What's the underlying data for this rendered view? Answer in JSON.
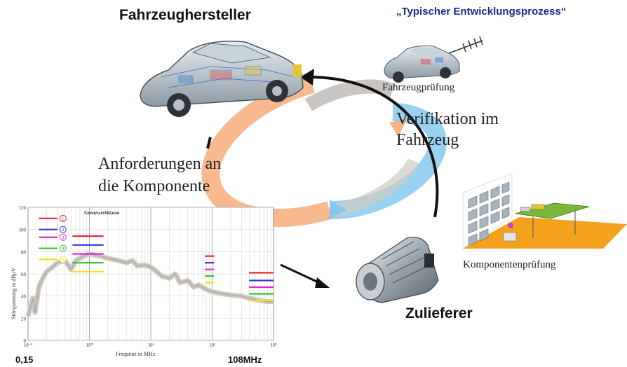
{
  "header": {
    "oem_title": "Fahrzeughersteller",
    "process_title": "„Typischer Entwicklungsprozess“"
  },
  "labels": {
    "vehicle_test": "Fahrzeugprüfung",
    "verification_line1": "Verifikation im",
    "verification_line2": "Fahrzeug",
    "requirements_line1": "Anforderungen an",
    "requirements_line2": "die Komponente",
    "component_test": "Komponentenprüfung",
    "supplier": "Zulieferer",
    "freq_start": "0,15",
    "freq_end": "108MHz"
  },
  "chart_data": {
    "type": "line",
    "ylabel": "Störspannung in dBµV",
    "xlabel": "Frequenz in MHz",
    "legend_title": "Grenzwertklasse",
    "x_scale": "log",
    "xlim": [
      0.1,
      1000
    ],
    "ylim": [
      0,
      120
    ],
    "y_ticks": [
      0,
      20,
      40,
      60,
      80,
      100,
      120
    ],
    "x_ticks": [
      "10⁻¹",
      "10⁰",
      "10¹",
      "10²",
      "10³"
    ],
    "grid": true,
    "classes": [
      {
        "name": "1",
        "color": "#e8242b"
      },
      {
        "name": "2",
        "color": "#3a3ad0"
      },
      {
        "name": "3",
        "color": "#e02ad0"
      },
      {
        "name": "4",
        "color": "#2ec22e"
      },
      {
        "name": "5",
        "color": "#f2e21a"
      }
    ],
    "limit_bands": [
      {
        "x_range": [
          0.15,
          0.3
        ],
        "levels": [
          110,
          100,
          93,
          83,
          73
        ]
      },
      {
        "x_range": [
          0.53,
          1.7
        ],
        "levels": [
          94,
          86,
          78,
          70,
          62
        ]
      },
      {
        "x_range": [
          76,
          108
        ],
        "levels": [
          76,
          70,
          64,
          58,
          52
        ]
      },
      {
        "x_range": [
          400,
          1000
        ],
        "levels": [
          61,
          54,
          48,
          42,
          36
        ]
      }
    ],
    "spectrum": [
      [
        0.1,
        22
      ],
      [
        0.12,
        38
      ],
      [
        0.13,
        25
      ],
      [
        0.15,
        48
      ],
      [
        0.17,
        55
      ],
      [
        0.2,
        62
      ],
      [
        0.25,
        66
      ],
      [
        0.3,
        70
      ],
      [
        0.4,
        72
      ],
      [
        0.5,
        64
      ],
      [
        0.6,
        72
      ],
      [
        0.8,
        76
      ],
      [
        1,
        78
      ],
      [
        1.5,
        76
      ],
      [
        2,
        74
      ],
      [
        3,
        72
      ],
      [
        4,
        70
      ],
      [
        5,
        72
      ],
      [
        6,
        67
      ],
      [
        8,
        68
      ],
      [
        10,
        66
      ],
      [
        12,
        63
      ],
      [
        15,
        58
      ],
      [
        20,
        56
      ],
      [
        25,
        60
      ],
      [
        30,
        52
      ],
      [
        40,
        54
      ],
      [
        50,
        48
      ],
      [
        60,
        50
      ],
      [
        80,
        46
      ],
      [
        100,
        44
      ],
      [
        150,
        42
      ],
      [
        200,
        41
      ],
      [
        300,
        40
      ],
      [
        400,
        38
      ],
      [
        600,
        36
      ],
      [
        800,
        35
      ],
      [
        1000,
        35
      ]
    ]
  },
  "colors": {
    "process_title": "#1a2a8c",
    "cycle_orange": "#f6a872",
    "cycle_blue": "#7fc6ee",
    "cycle_gray": "#b0ada8",
    "floor_orange": "#f4a21e",
    "board_green": "#7bb83a"
  }
}
